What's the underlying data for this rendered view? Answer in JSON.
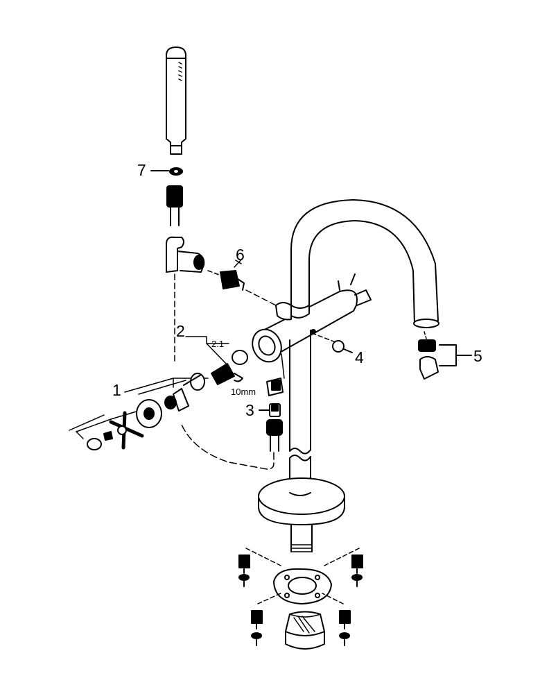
{
  "diagram": {
    "title": "Exploded parts view of a freestanding bath mixer with hand shower",
    "callouts": {
      "part_1": "1",
      "part_2": "2",
      "part_2_1": "2.1",
      "part_3": "3",
      "part_4": "4",
      "part_5": "5",
      "part_6": "6",
      "part_7": "7",
      "wrench_size": "10mm"
    },
    "colors": {
      "line": "#000000",
      "background": "#ffffff"
    }
  }
}
